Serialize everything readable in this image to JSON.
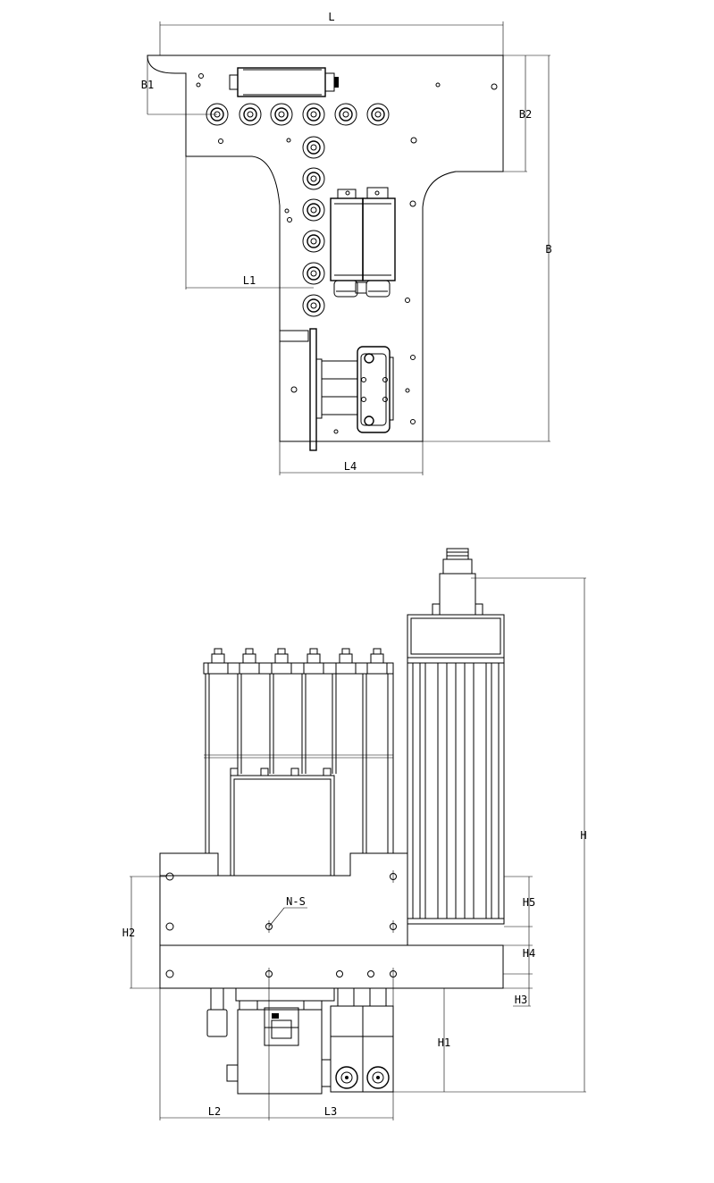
{
  "top_view": {
    "dims": {
      "L": "L",
      "B1": "B1",
      "B2": "B2",
      "B": "B",
      "L1": "L1",
      "L4": "L4"
    },
    "nozzle_row": 6,
    "nozzle_column": 6
  },
  "front_view": {
    "dims": {
      "H": "H",
      "H1": "H1",
      "H2": "H2",
      "H3": "H3",
      "H4": "H4",
      "H5": "H5",
      "L2": "L2",
      "L3": "L3",
      "NS": "N-S"
    }
  }
}
